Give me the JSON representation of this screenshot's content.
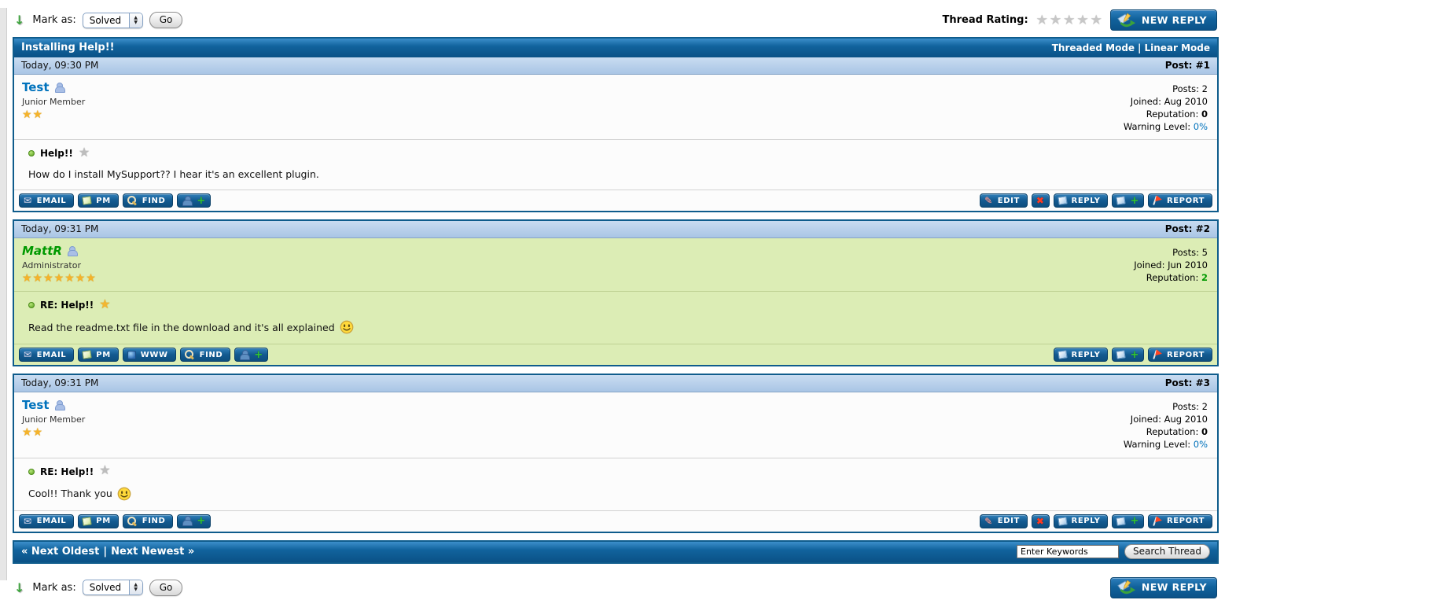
{
  "toolbar_top": {
    "mark_as_label": "Mark as:",
    "mark_as_value": "Solved",
    "go_label": "Go",
    "new_reply_label": "NEW REPLY"
  },
  "toolbar_bottom": {
    "mark_as_label": "Mark as:",
    "mark_as_value": "Solved",
    "go_label": "Go",
    "new_reply_label": "NEW REPLY"
  },
  "thread_rating": {
    "label": "Thread Rating:",
    "stars": 5
  },
  "thread_header": {
    "title": "Installing Help!!",
    "threaded_mode": "Threaded Mode",
    "separator": "|",
    "linear_mode": "Linear Mode"
  },
  "buttons": {
    "email": "EMAIL",
    "pm": "PM",
    "www": "WWW",
    "find": "FIND",
    "edit": "EDIT",
    "reply": "REPLY",
    "report": "REPORT"
  },
  "footer": {
    "nav_prev": "« Next Oldest",
    "nav_sep": "|",
    "nav_next": "Next Newest »",
    "search_value": "Enter Keywords",
    "search_button_label": "Search Thread"
  },
  "colors": {
    "border_blue": "#0F5C8C",
    "highlight_green": "#DCEDB5",
    "link_blue": "#0072BC",
    "admin_green": "#009900",
    "star_gold": "#F2B632",
    "star_gray": "#BDBDBD"
  },
  "posts": [
    {
      "date": "Today, 09:30 PM",
      "number": "Post: #1",
      "author": "Test",
      "author_title": "Junior Member",
      "star_count": 2,
      "stats": {
        "posts": "Posts: 2",
        "joined": "Joined: Aug 2010",
        "reputation_label": "Reputation:",
        "reputation_value": "0",
        "warning_label": "Warning Level:",
        "warning_value": "0%"
      },
      "subject": "Help!!",
      "message": "How do I install MySupport?? I hear it's an excellent plugin."
    },
    {
      "date": "Today, 09:31 PM",
      "number": "Post: #2",
      "author": "MattR",
      "author_title": "Administrator",
      "star_count": 7,
      "stats": {
        "posts": "Posts: 5",
        "joined": "Joined: Jun 2010",
        "reputation_label": "Reputation:",
        "reputation_value": "2"
      },
      "subject": "RE: Help!!",
      "message": "Read the readme.txt file in the download and it's all explained"
    },
    {
      "date": "Today, 09:31 PM",
      "number": "Post: #3",
      "author": "Test",
      "author_title": "Junior Member",
      "star_count": 2,
      "stats": {
        "posts": "Posts: 2",
        "joined": "Joined: Aug 2010",
        "reputation_label": "Reputation:",
        "reputation_value": "0",
        "warning_label": "Warning Level:",
        "warning_value": "0%"
      },
      "subject": "RE: Help!!",
      "message": "Cool!! Thank you"
    }
  ]
}
